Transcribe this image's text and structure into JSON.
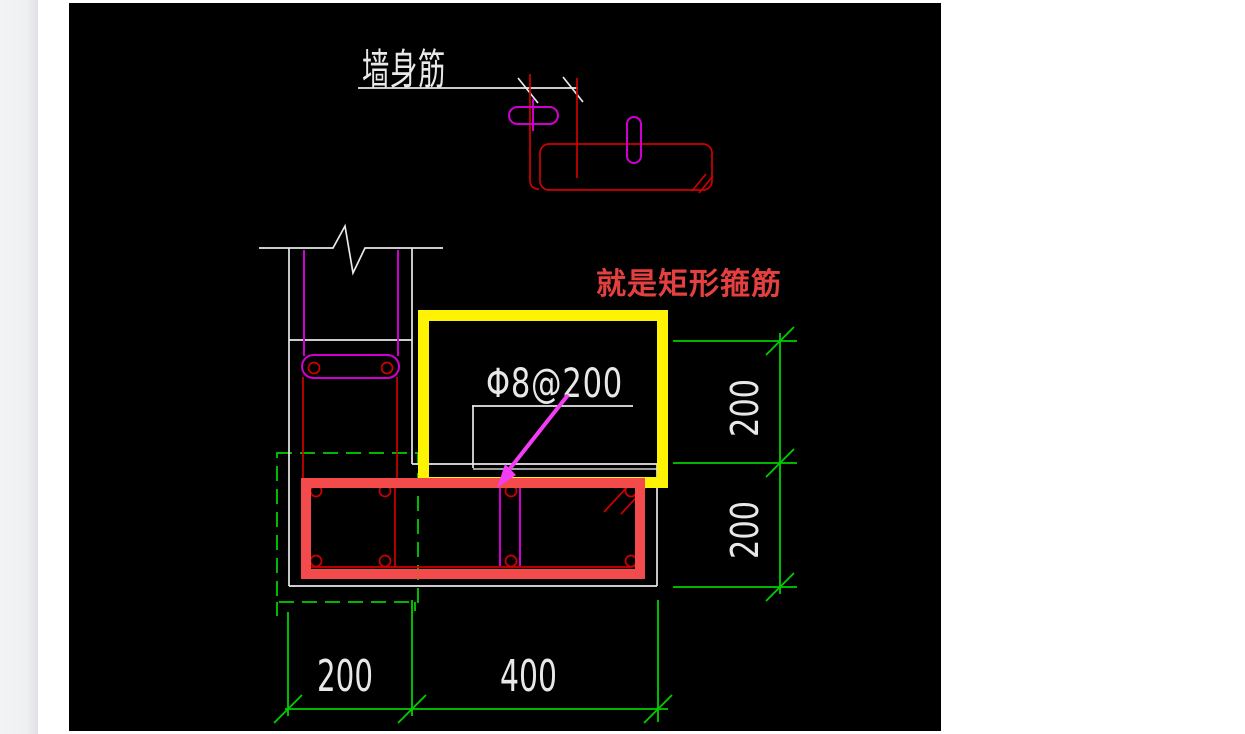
{
  "annotations": {
    "wall_rebar_label": "墙身筋",
    "stirrup_note": "就是矩形箍筋",
    "stirrup_spec": "Φ8@200"
  },
  "dimensions": {
    "right_upper": "200",
    "right_lower": "200",
    "bottom_left": "200",
    "bottom_right": "400"
  },
  "colors": {
    "canvas_black": "#000000",
    "cad_white": "#e8e8e8",
    "cad_gray": "#b5b5b5",
    "cad_green": "#00cf00",
    "cad_red": "#cf0000",
    "cad_magenta": "#cf00cf",
    "highlight_yellow": "#fdf303",
    "highlight_red": "#f34b4b",
    "note_red": "#e54040",
    "arrow_magenta": "#f23df2"
  }
}
